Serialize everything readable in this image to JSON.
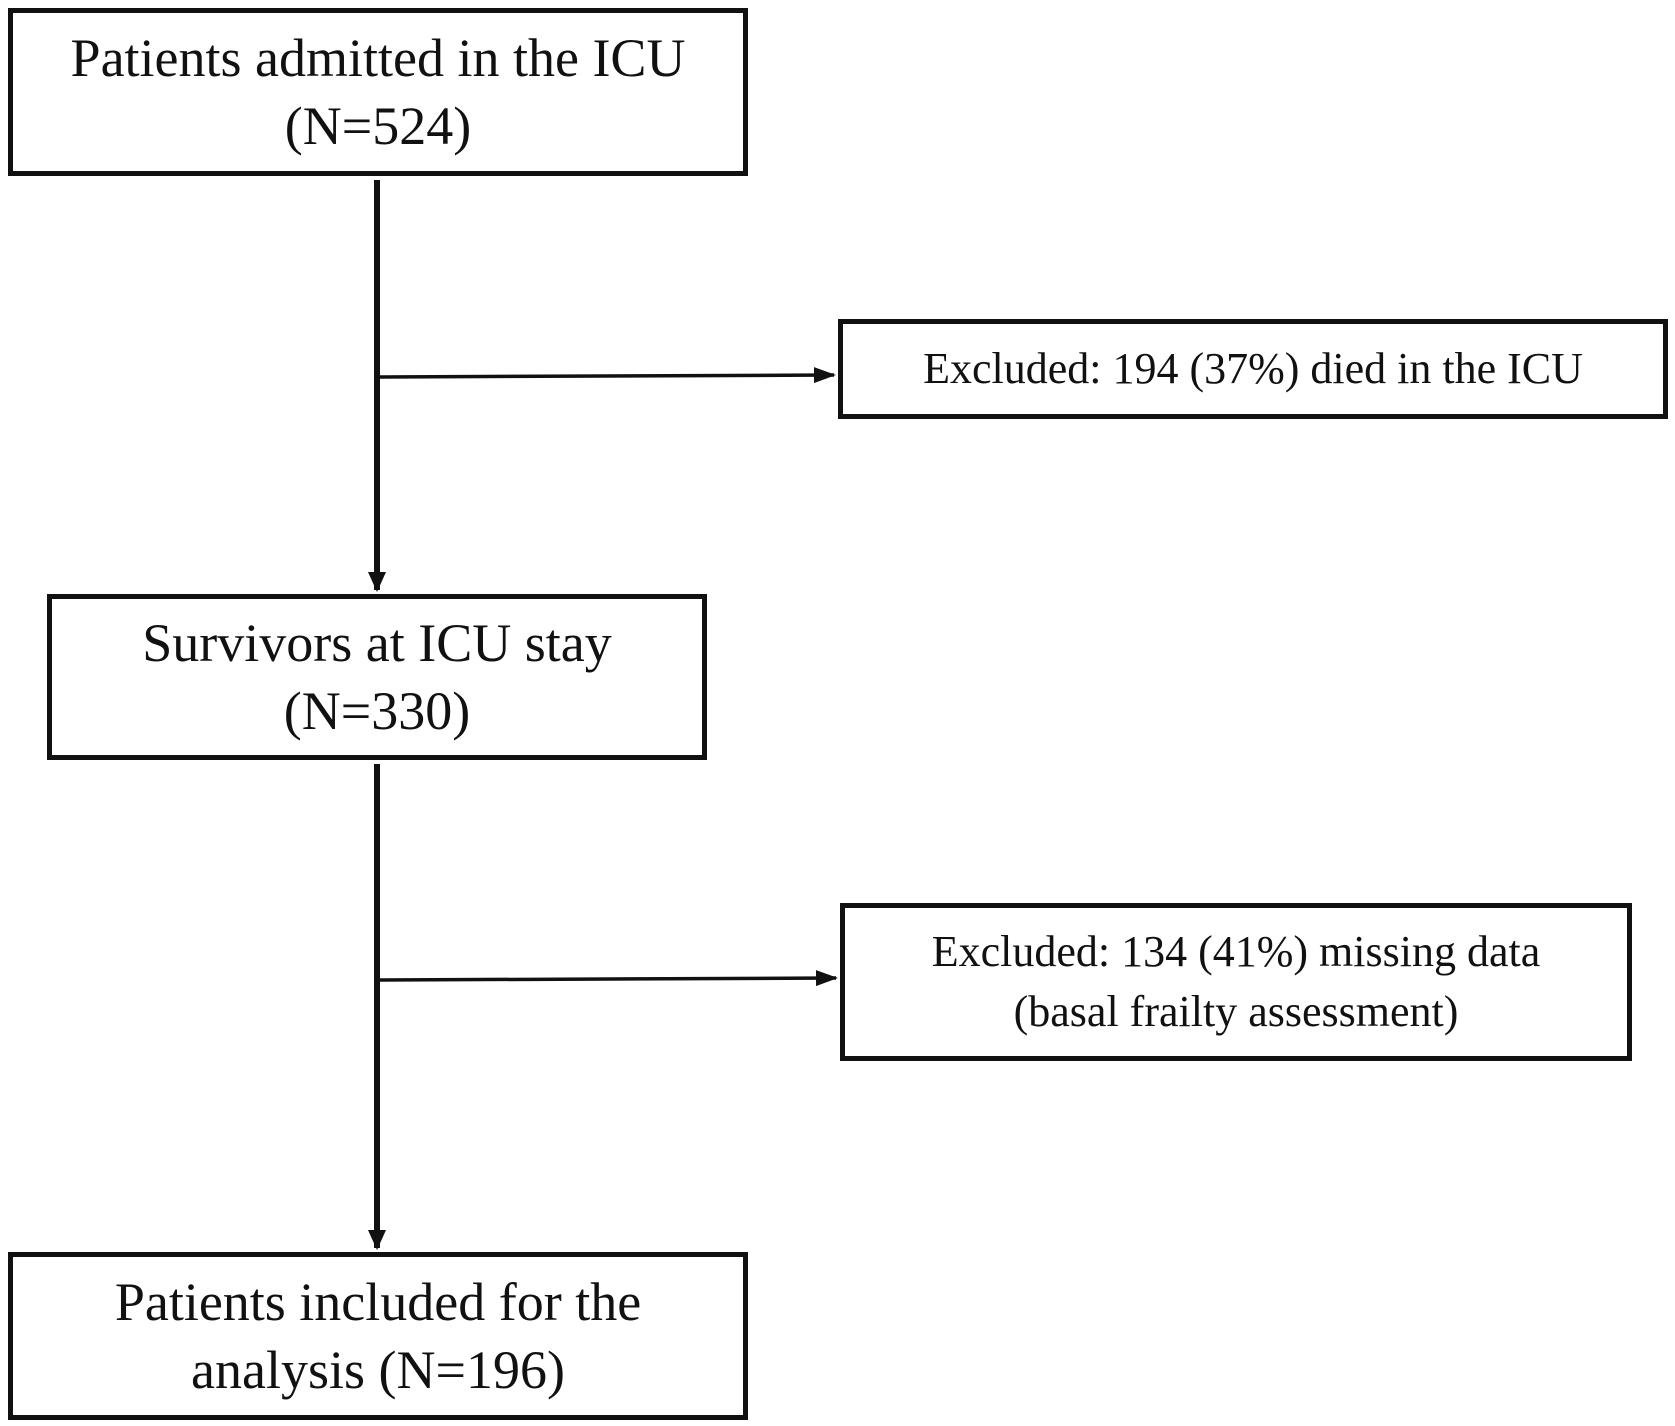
{
  "diagram": {
    "type": "flowchart",
    "nodes": {
      "admitted": {
        "lines": [
          "Patients admitted in the ICU",
          "(N=524)"
        ]
      },
      "survivors": {
        "lines": [
          "Survivors at ICU stay",
          "(N=330)"
        ]
      },
      "included": {
        "lines": [
          "Patients included for the",
          "analysis (N=196)"
        ]
      },
      "excluded_died": {
        "lines": [
          "Excluded: 194 (37%) died in the ICU"
        ]
      },
      "excluded_missing": {
        "lines": [
          "Excluded: 134 (41%) missing data",
          "(basal frailty assessment)"
        ]
      }
    },
    "edges": [
      {
        "from": "admitted",
        "to": "survivors"
      },
      {
        "from": "admitted",
        "to": "excluded_died"
      },
      {
        "from": "survivors",
        "to": "included"
      },
      {
        "from": "survivors",
        "to": "excluded_missing"
      }
    ],
    "colors": {
      "stroke": "#111111",
      "background": "#ffffff"
    }
  }
}
